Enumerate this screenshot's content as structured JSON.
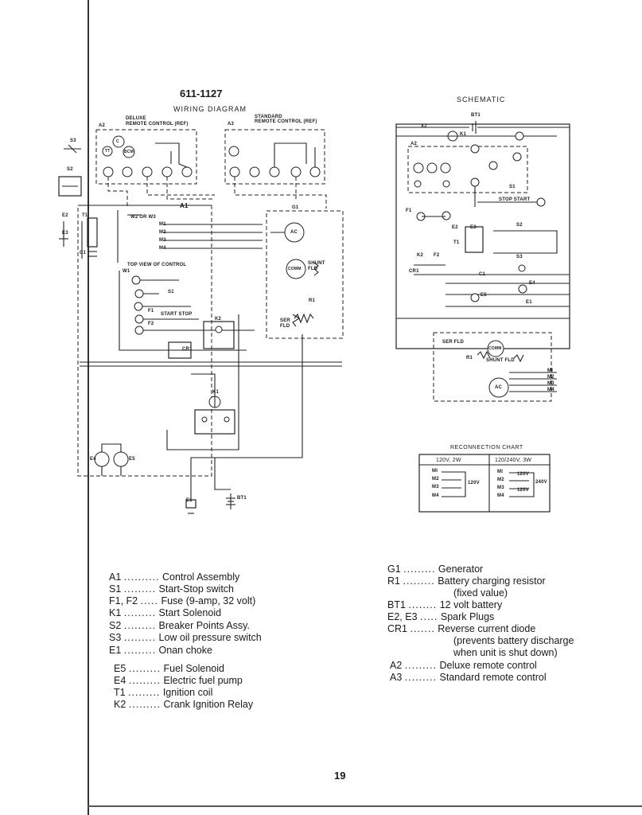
{
  "header": {
    "drawing_number": "611-1127",
    "wiring_title": "WIRING  DIAGRAM",
    "schematic_title": "SCHEMATIC"
  },
  "wiring": {
    "deluxe_label": "DELUXE",
    "deluxe_sub": "REMOTE CONTROL (REF)",
    "standard_label": "STANDARD",
    "standard_sub": "REMOTE CONTROL (REF)",
    "a2": "A2",
    "a3": "A3",
    "a1": "A1",
    "g1": "G1",
    "s3": "S3",
    "s2": "S2",
    "e2": "E2",
    "e3": "E3",
    "t1": "T1",
    "c1": "C1",
    "w2w3": "W2 OR W3",
    "m1": "M1",
    "m2": "M2",
    "m3": "M3",
    "m4": "M4",
    "ac": "AC",
    "comm": "COMM",
    "shunt_fld": "SHUNT FLD",
    "ser_fld": "SER FLD",
    "r1": "R1",
    "top_view": "TOP VIEW OF CONTROL",
    "w1": "W1",
    "s1": "S1",
    "f1": "F1",
    "f2": "F2",
    "start_stop": "START  STOP",
    "k2": "K2",
    "cr1": "CR1",
    "k1": "K1",
    "e4": "E4",
    "e5": "E5",
    "e1": "E1",
    "bt1": "BT1",
    "tt": "TT",
    "bcm": "BCM",
    "c": "C"
  },
  "schematic": {
    "bt1": "BT1",
    "x2": "X2",
    "k1": "K1",
    "a2": "A2",
    "e2": "E2",
    "e3": "E3",
    "f1": "F1",
    "t1": "T1",
    "s1": "S1",
    "stop_start": "STOP  START",
    "s2": "S2",
    "s3": "S3",
    "k2": "K2",
    "f2": "F2",
    "cr1": "CR1",
    "c1": "C1",
    "e4": "E4",
    "e5": "E5",
    "e1": "E1",
    "ser_fld": "SER FLD",
    "comm": "COMM",
    "r1": "R1",
    "shunt_fld": "SHUNT FLD",
    "ac": "AC",
    "m1": "MI",
    "m2": "M2",
    "m3": "M3",
    "m4": "M4"
  },
  "reconnection_chart": {
    "title": "RECONNECTION  CHART",
    "col1": "120V, 2W",
    "col2": "120/240V, 3W",
    "m1": "MI",
    "m2": "M2",
    "m3": "M3",
    "m4": "M4",
    "v120": "120V",
    "v240": "240V"
  },
  "legend_left": [
    {
      "code": "A1",
      "dots": "..........",
      "desc": "Control Assembly"
    },
    {
      "code": "S1",
      "dots": ".........",
      "desc": "Start-Stop switch"
    },
    {
      "code": "F1, F2",
      "dots": ".....",
      "desc": "Fuse (9-amp, 32 volt)"
    },
    {
      "code": "K1",
      "dots": ".........",
      "desc": "Start Solenoid"
    },
    {
      "code": "S2",
      "dots": ".........",
      "desc": "Breaker Points Assy."
    },
    {
      "code": "S3",
      "dots": ".........",
      "desc": "Low oil pressure switch"
    },
    {
      "code": "E1",
      "dots": ".........",
      "desc": "Onan choke"
    },
    {
      "code": "E5",
      "dots": ".........",
      "desc": "Fuel Solenoid"
    },
    {
      "code": "E4",
      "dots": ".........",
      "desc": "Electric fuel pump"
    },
    {
      "code": "T1",
      "dots": ".........",
      "desc": "Ignition coil"
    },
    {
      "code": "K2",
      "dots": ".........",
      "desc": "Crank Ignition Relay"
    }
  ],
  "legend_right": [
    {
      "code": "G1",
      "dots": ".........",
      "desc": "Generator"
    },
    {
      "code": "R1",
      "dots": ".........",
      "desc": "Battery charging resistor"
    },
    {
      "code": "",
      "dots": "",
      "desc": "(fixed value)"
    },
    {
      "code": "BT1",
      "dots": "........",
      "desc": "12 volt battery"
    },
    {
      "code": "E2, E3",
      "dots": ".....",
      "desc": "Spark Plugs"
    },
    {
      "code": "CR1",
      "dots": ".......",
      "desc": "Reverse current diode"
    },
    {
      "code": "",
      "dots": "",
      "desc": "(prevents battery discharge"
    },
    {
      "code": "",
      "dots": "",
      "desc": "when unit is shut down)"
    },
    {
      "code": "A2",
      "dots": ".........",
      "desc": "Deluxe remote control"
    },
    {
      "code": "A3",
      "dots": ".........",
      "desc": "Standard remote control"
    }
  ],
  "page_number": "19"
}
